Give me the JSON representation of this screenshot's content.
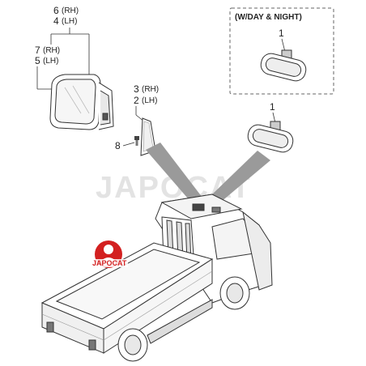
{
  "diagram": {
    "title_box": "(W/DAY & NIGHT)",
    "callouts": {
      "part_6": "6",
      "part_6_side": "(RH)",
      "part_4": "4",
      "part_4_side": "(LH)",
      "part_7": "7",
      "part_7_side": "(RH)",
      "part_5": "5",
      "part_5_side": "(LH)",
      "part_3": "3",
      "part_3_side": "(RH)",
      "part_2": "2",
      "part_2_side": "(LH)",
      "part_8": "8",
      "part_1_top": "1",
      "part_1_mid": "1"
    },
    "watermark": "JAPOCAT",
    "logo_text": "JAPOCAT",
    "colors": {
      "line": "#333333",
      "box_dash": "#666666",
      "arrow_fill": "#9a9a9a",
      "logo_red": "#d32020",
      "watermark": "#e3e3e3"
    }
  }
}
